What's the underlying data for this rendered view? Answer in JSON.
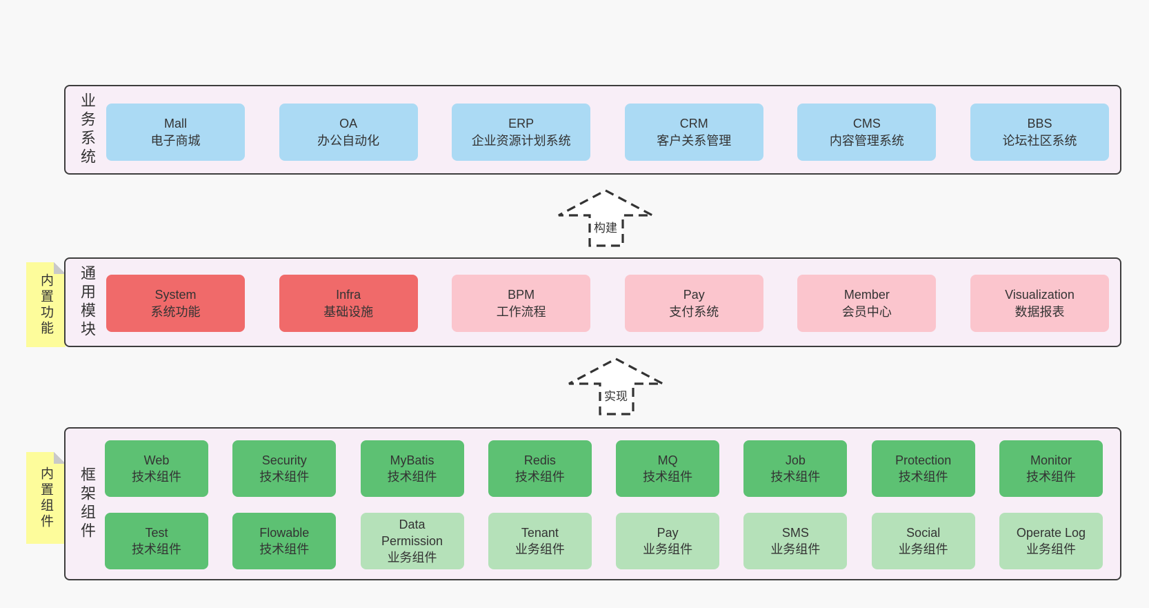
{
  "colors": {
    "canvas-bg": "#f8f8f8",
    "panel-bg": "#f8eef7",
    "panel-border": "#3d3d3d",
    "text": "#333333",
    "blue": "#abdaf4",
    "red": "#f06a6a",
    "pink": "#fbc5cd",
    "green": "#5dc173",
    "light-green": "#b5e1b9",
    "yellow": "#fdfc9b",
    "fold": "#c9c9c9",
    "arrow": "#333333"
  },
  "layers": {
    "business": {
      "side_label": "业务系统",
      "boxes": [
        {
          "title": "Mall",
          "subtitle": "电子商城"
        },
        {
          "title": "OA",
          "subtitle": "办公自动化"
        },
        {
          "title": "ERP",
          "subtitle": "企业资源计划系统"
        },
        {
          "title": "CRM",
          "subtitle": "客户关系管理"
        },
        {
          "title": "CMS",
          "subtitle": "内容管理系统"
        },
        {
          "title": "BBS",
          "subtitle": "论坛社区系统"
        }
      ]
    },
    "modules": {
      "side_label": "通用模块",
      "sticky": "内置功能",
      "boxes": [
        {
          "title": "System",
          "subtitle": "系统功能"
        },
        {
          "title": "Infra",
          "subtitle": "基础设施"
        },
        {
          "title": "BPM",
          "subtitle": "工作流程"
        },
        {
          "title": "Pay",
          "subtitle": "支付系统"
        },
        {
          "title": "Member",
          "subtitle": "会员中心"
        },
        {
          "title": "Visualization",
          "subtitle": "数据报表"
        }
      ]
    },
    "components": {
      "side_label": "框架组件",
      "sticky": "内置组件",
      "row1": [
        {
          "title": "Web",
          "subtitle": "技术组件"
        },
        {
          "title": "Security",
          "subtitle": "技术组件"
        },
        {
          "title": "MyBatis",
          "subtitle": "技术组件"
        },
        {
          "title": "Redis",
          "subtitle": "技术组件"
        },
        {
          "title": "MQ",
          "subtitle": "技术组件"
        },
        {
          "title": "Job",
          "subtitle": "技术组件"
        },
        {
          "title": "Protection",
          "subtitle": "技术组件"
        },
        {
          "title": "Monitor",
          "subtitle": "技术组件"
        }
      ],
      "row2": [
        {
          "title": "Test",
          "subtitle": "技术组件"
        },
        {
          "title": "Flowable",
          "subtitle": "技术组件"
        },
        {
          "title": "Data Permission",
          "subtitle": "业务组件"
        },
        {
          "title": "Tenant",
          "subtitle": "业务组件"
        },
        {
          "title": "Pay",
          "subtitle": "业务组件"
        },
        {
          "title": "SMS",
          "subtitle": "业务组件"
        },
        {
          "title": "Social",
          "subtitle": "业务组件"
        },
        {
          "title": "Operate Log",
          "subtitle": "业务组件"
        }
      ]
    }
  },
  "arrows": {
    "build": "构建",
    "implement": "实现"
  }
}
